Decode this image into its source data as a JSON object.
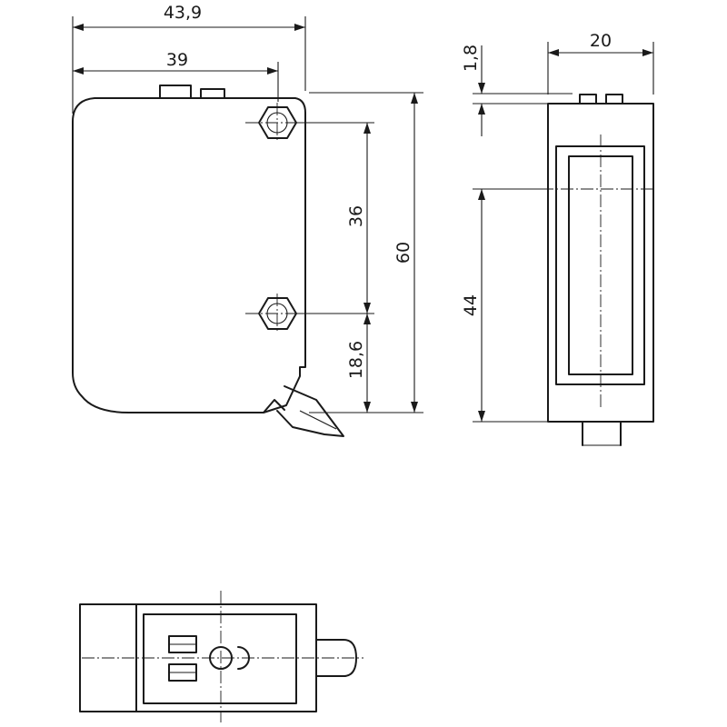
{
  "dimensions": {
    "overall_length": "43,9",
    "body_length": "39",
    "mounting_hole_spacing": "36",
    "total_height": "60",
    "lower_hole_offset": "18,6",
    "width": "20",
    "top_connector_height": "1,8",
    "lens_height": "44"
  },
  "colors": {
    "line": "#1a1a1a",
    "background": "#ffffff"
  }
}
